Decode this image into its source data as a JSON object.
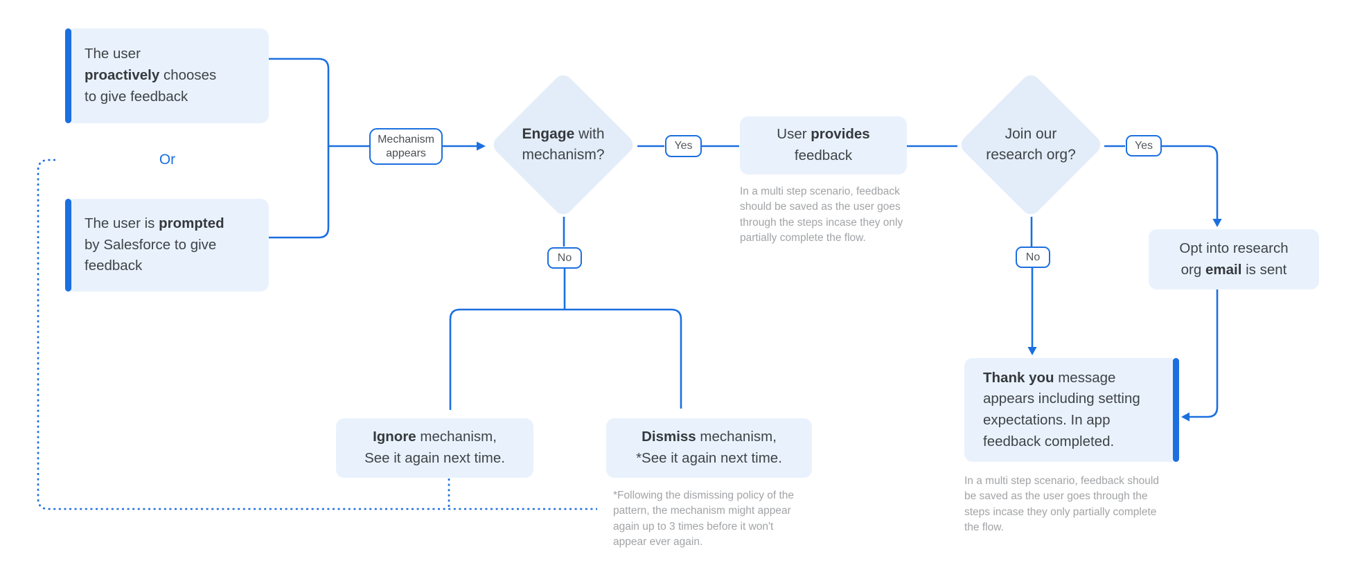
{
  "palette": {
    "accent_blue": "#1B6FE0",
    "box_fill": "#E9F2FC",
    "diamond_fill": "#E3EDF9",
    "text_dark": "#3E4347",
    "note_gray": "#A1A3A6",
    "pill_background": "#FFFFFF"
  },
  "flow": {
    "start_proactive": {
      "pre": "The user\n",
      "bold": "proactively",
      "post": " chooses\nto give feedback"
    },
    "or_label": "Or",
    "start_prompted": {
      "pre": "The user is ",
      "bold": "prompted",
      "post": "\nby Salesforce to give\nfeedback"
    },
    "mechanism_appears": "Mechanism\nappears",
    "decision_engage": {
      "pre": "",
      "bold": "Engage",
      "post": " with\nmechanism?"
    },
    "yes_1": "Yes",
    "no_1": "No",
    "provides": {
      "pre": "User ",
      "bold": "provides",
      "post": "\nfeedback"
    },
    "provides_note": "In a multi step scenario, feedback\nshould be saved as the user goes\nthrough the steps incase they only\npartially complete the flow.",
    "decision_research": {
      "pre": "Join our\nresearch org?",
      "bold": "",
      "post": ""
    },
    "yes_2": "Yes",
    "no_2": "No",
    "opt_email": {
      "pre": "Opt into research\norg ",
      "bold": "email",
      "post": " is sent"
    },
    "thank_you": {
      "pre": "",
      "bold": "Thank you",
      "post": " message\nappears including setting\nexpectations. In app\nfeedback completed."
    },
    "thank_you_note": "In a multi step scenario, feedback should\nbe saved as the user goes through the\nsteps incase they only partially complete\nthe flow.",
    "ignore": {
      "pre": "",
      "bold": "Ignore",
      "post": " mechanism,\nSee it again next time."
    },
    "dismiss": {
      "pre": "",
      "bold": "Dismiss",
      "post": " mechanism,\n*See it again next time."
    },
    "dismiss_footnote": "*Following the dismissing policy of the\npattern, the mechanism might appear\nagain up to 3 times before it won't\nappear ever again."
  }
}
